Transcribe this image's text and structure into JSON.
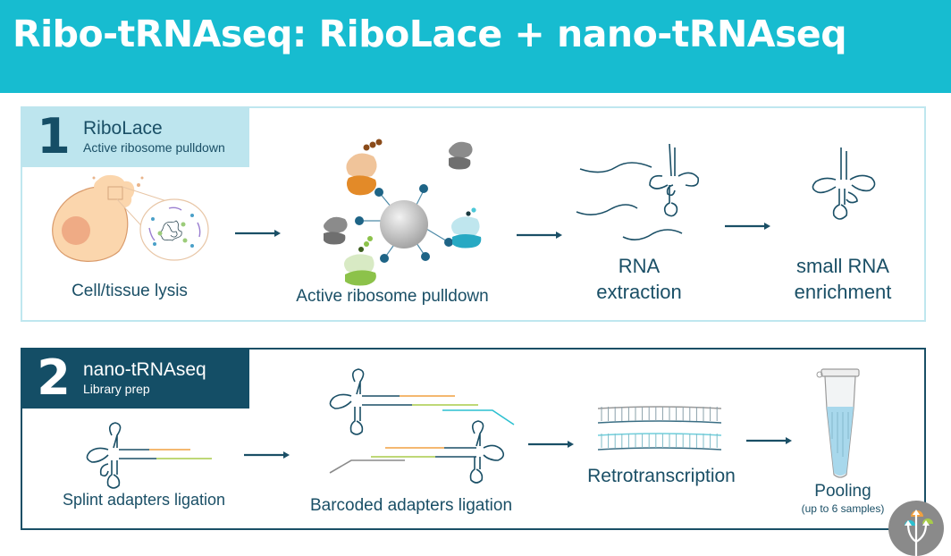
{
  "title": "Ribo-tRNAseq: RiboLace + nano-tRNAseq",
  "colors": {
    "title_bar": "#17bcd0",
    "panel1_badge": "#bde5ee",
    "panel2_badge": "#144e66",
    "text": "#1a4f66",
    "adapter_orange": "#f0a040",
    "adapter_green": "#a8cc4a",
    "adapter_cyan": "#2cc0d0",
    "adapter_gray": "#8a8a8a"
  },
  "panels": [
    {
      "number": "1",
      "name": "RiboLace",
      "subtitle": "Active ribosome pulldown",
      "steps": [
        {
          "label": "Cell/tissue lysis",
          "icon": "cell-lysis-icon"
        },
        {
          "label": "Active ribosome pulldown",
          "icon": "ribosome-bead-icon"
        },
        {
          "label_line1": "RNA",
          "label_line2": "extraction",
          "icon": "rna-strands-icon"
        },
        {
          "label_line1": "small RNA",
          "label_line2": "enrichment",
          "icon": "trna-icon"
        }
      ]
    },
    {
      "number": "2",
      "name": "nano-tRNAseq",
      "subtitle": "Library prep",
      "steps": [
        {
          "label": "Splint adapters ligation",
          "icon": "trna-splint-adapter-icon"
        },
        {
          "label": "Barcoded adapters ligation",
          "icon": "trna-barcoded-adapter-icon"
        },
        {
          "label": "Retrotranscription",
          "icon": "duplex-strand-icon"
        },
        {
          "label": "Pooling",
          "sublabel": "(up to 6 samples)",
          "icon": "tube-icon"
        }
      ]
    }
  ],
  "logo": {
    "icon": "tree-arrows-logo-icon"
  }
}
